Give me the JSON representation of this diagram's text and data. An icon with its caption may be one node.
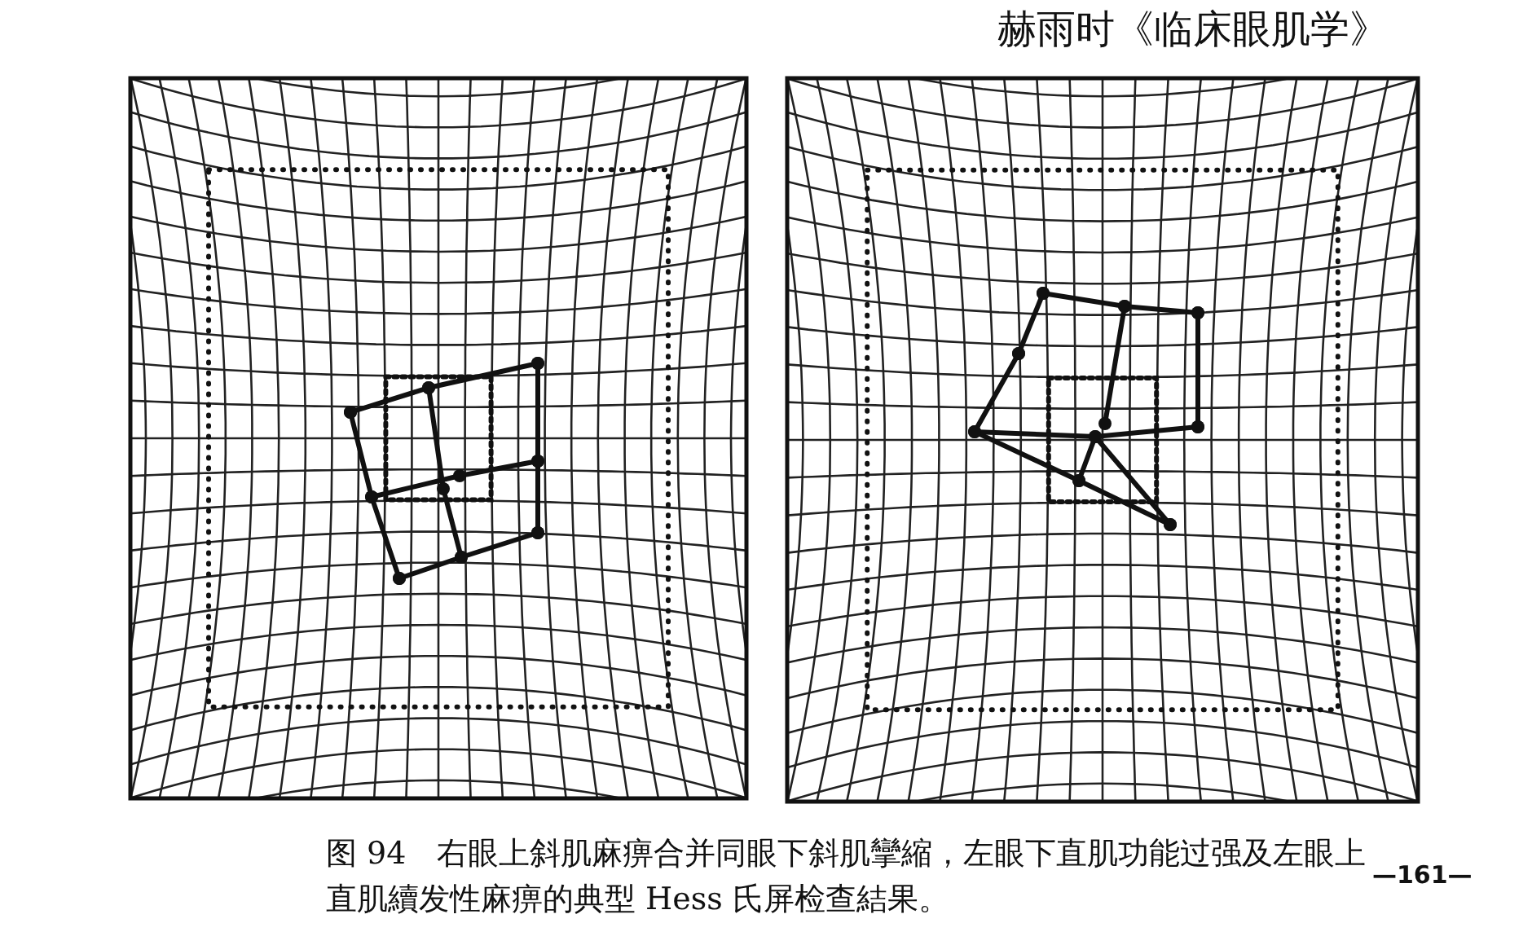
{
  "diagram": {
    "caption": "图 94　右眼上斜肌麻痹合并同眼下斜肌攣縮，左眼下直肌功能过强及左眼上直肌續发性麻痹的典型 Hess 氏屏检查結果。",
    "labels": [
      "赫雨时《临床眼肌学》",
      "—161—"
    ]
  }
}
